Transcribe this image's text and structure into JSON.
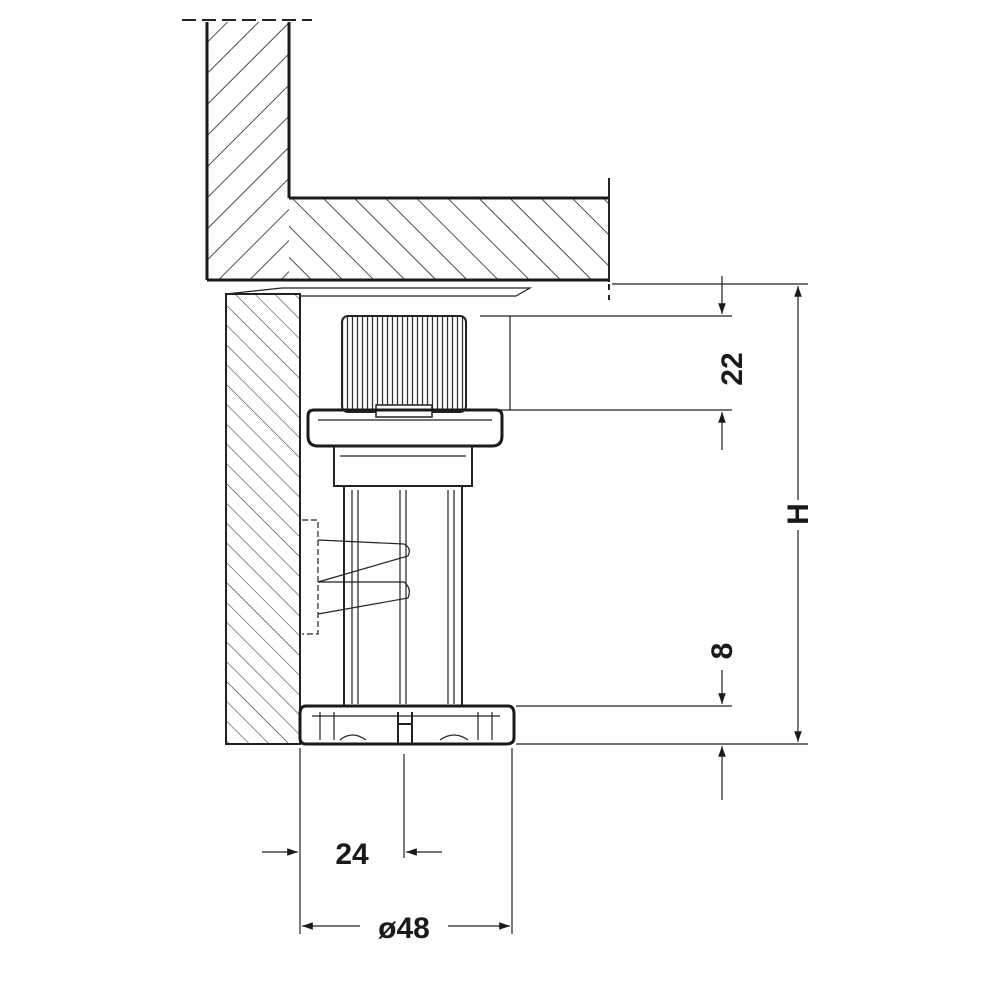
{
  "dimensions": {
    "cap_height": "22",
    "overall_height": "H",
    "base_height": "8",
    "half_width": "24",
    "diameter": "ø48"
  },
  "colors": {
    "line": "#1a1a1a",
    "background": "#ffffff"
  }
}
